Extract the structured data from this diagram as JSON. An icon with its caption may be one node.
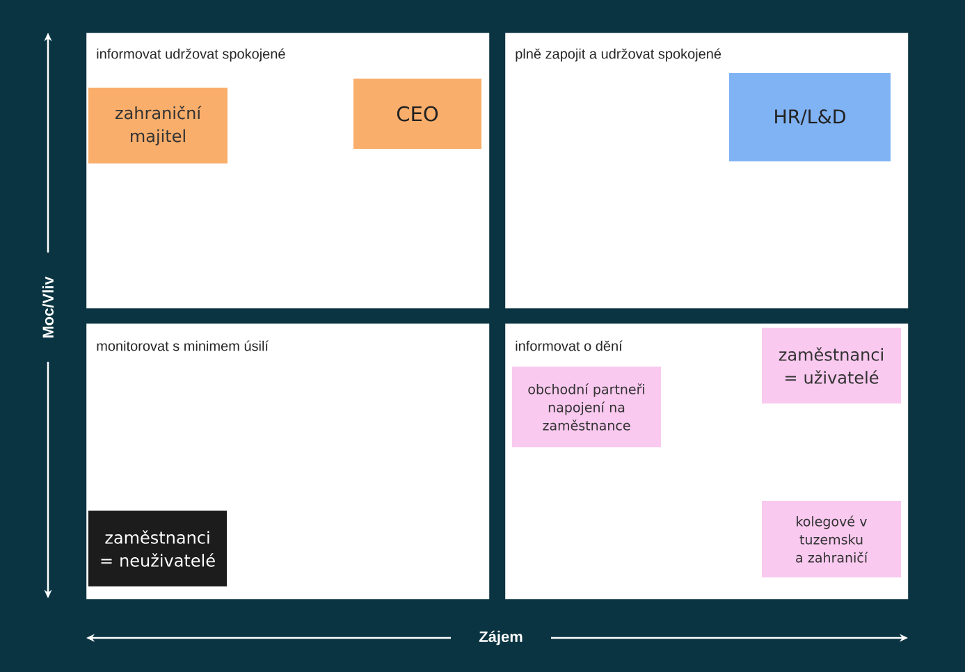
{
  "diagram": {
    "nodes": [
      {
        "text": [
          "informovat udržovat spokojené"
        ]
      },
      {
        "text": [
          "zahraniční majitel"
        ],
        "in": 0
      },
      {
        "text": [
          "CEO"
        ],
        "in": 0
      },
      {
        "text": [
          "plně zapojit a udržovat spokojené"
        ]
      },
      {
        "text": [
          "HR/L&D"
        ],
        "in": 3
      },
      {
        "text": [
          "monitorovat s minimem úsilí"
        ]
      },
      {
        "text": [
          "zaměstnanci = neuživatelé"
        ],
        "in": 5
      },
      {
        "text": [
          "informovat o dění"
        ]
      },
      {
        "text": [
          "obchodní partneři napojení na zaměstnance"
        ],
        "in": 7
      },
      {
        "text": [
          "zaměstnanci = uživatelé"
        ],
        "in": 7
      },
      {
        "text": [
          "kolegové v tuzemsku a zahraničí"
        ],
        "in": 7
      }
    ],
    "labels": [
      "Moc/Vliv",
      "Zájem"
    ]
  }
}
